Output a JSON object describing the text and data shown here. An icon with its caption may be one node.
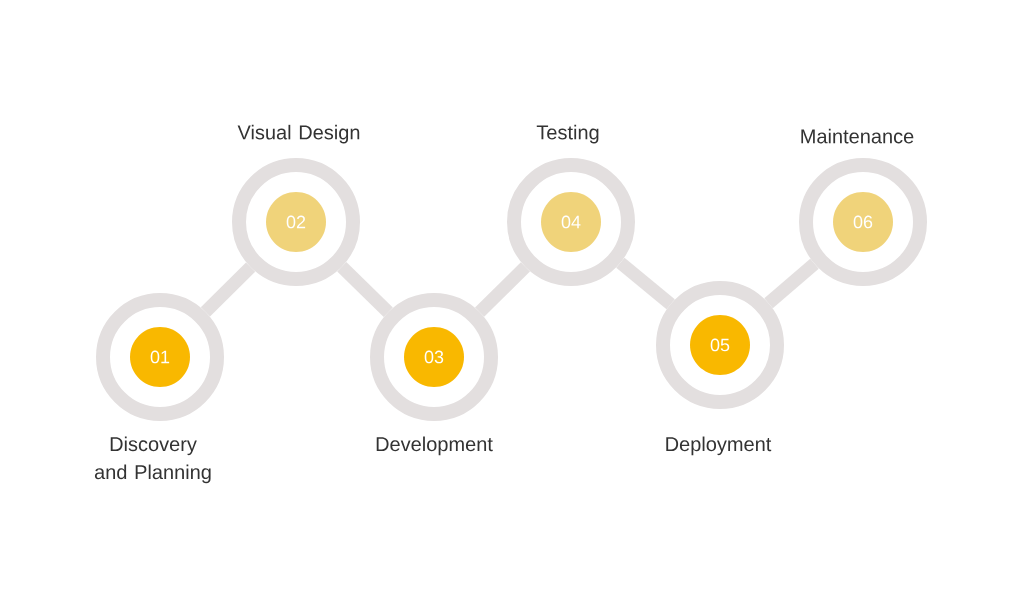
{
  "diagram": {
    "nodes": [
      {
        "text": [
          "01"
        ],
        "beside": [
          "Discovery and Planning"
        ]
      },
      {
        "text": [
          "02"
        ],
        "beside": [
          "Visual Design"
        ]
      },
      {
        "text": [
          "03"
        ],
        "beside": [
          "Development"
        ]
      },
      {
        "text": [
          "04"
        ],
        "beside": [
          "Testing"
        ]
      },
      {
        "text": [
          "05"
        ],
        "beside": [
          "Deployment"
        ]
      },
      {
        "text": [
          "06"
        ],
        "beside": [
          "Maintenance"
        ]
      }
    ],
    "edges": [
      {
        "from": 0,
        "to": 1,
        "arrow": "none"
      },
      {
        "from": 1,
        "to": 2,
        "arrow": "none"
      },
      {
        "from": 2,
        "to": 3,
        "arrow": "none"
      },
      {
        "from": 3,
        "to": 4,
        "arrow": "none"
      },
      {
        "from": 4,
        "to": 5,
        "arrow": "none"
      }
    ]
  }
}
